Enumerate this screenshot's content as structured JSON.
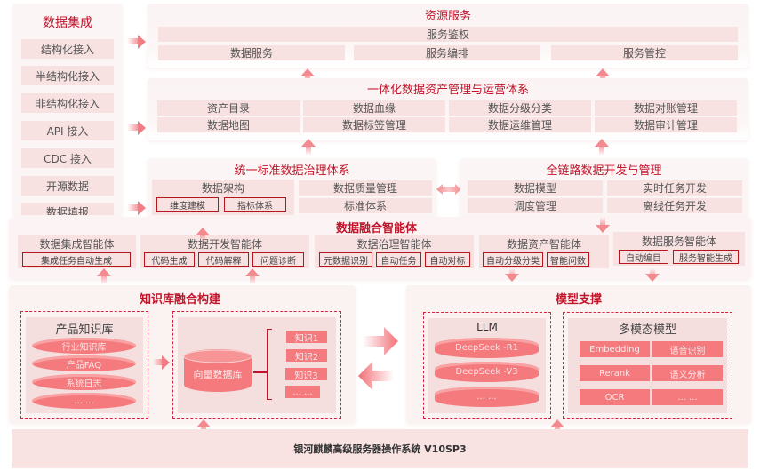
{
  "integration": {
    "title": "数据集成",
    "items": [
      "结构化接入",
      "半结构化接入",
      "非结构化接入",
      "API 接入",
      "CDC 接入",
      "开源数据",
      "数据填报"
    ]
  },
  "resource_service": {
    "title": "资源服务",
    "auth": "服务鉴权",
    "items": [
      "数据服务",
      "服务编排",
      "服务管控"
    ]
  },
  "asset_mgmt": {
    "title": "一体化数据资产管理与运营体系",
    "row1": [
      "资产目录",
      "数据血缘",
      "数据分级分类",
      "数据对账管理"
    ],
    "row2": [
      "数据地图",
      "数据标签管理",
      "数据运维管理",
      "数据审计管理"
    ]
  },
  "governance": {
    "title": "统一标准数据治理体系",
    "architecture": "数据架构",
    "arch_tags": [
      "维度建模",
      "指标体系"
    ],
    "quality": "数据质量管理",
    "standard": "标准体系"
  },
  "dev_mgmt": {
    "title": "全链路数据开发与管理",
    "items": [
      "数据模型",
      "实时任务开发",
      "调度管理",
      "离线任务开发"
    ]
  },
  "agents": {
    "title": "数据融合智能体",
    "groups": [
      {
        "title": "数据集成智能体",
        "tags": [
          "集成任务自动生成"
        ]
      },
      {
        "title": "数据开发智能体",
        "tags": [
          "代码生成",
          "代码解释",
          "问题诊断"
        ]
      },
      {
        "title": "数据治理智能体",
        "tags": [
          "元数据识别",
          "自动任务",
          "自动对标"
        ]
      },
      {
        "title": "数据资产智能体",
        "tags": [
          "自动分级分类",
          "智能问数"
        ]
      },
      {
        "title": "数据服务智能体",
        "tags": [
          "自动编目",
          "服务智能生成"
        ]
      }
    ]
  },
  "knowledge": {
    "title": "知识库融合构建",
    "product_kb": {
      "title": "产品知识库",
      "items": [
        "行业知识库",
        "产品FAQ",
        "系统日志",
        "... ..."
      ]
    },
    "vector_db": "向量数据库",
    "knowledge_items": [
      "知识1",
      "知识2",
      "知识3",
      "... ..."
    ]
  },
  "models": {
    "title": "模型支撑",
    "llm": {
      "title": "LLM",
      "items": [
        "DeepSeek -R1",
        "DeepSeek -V3",
        "... ..."
      ]
    },
    "multimodal": {
      "title": "多模态模型",
      "items": [
        "Embedding",
        "语音识别",
        "Rerank",
        "语义分析",
        "OCR",
        "... ..."
      ]
    }
  },
  "os": {
    "label": "银河麒麟高级服务器操作系统 V10SP3"
  }
}
